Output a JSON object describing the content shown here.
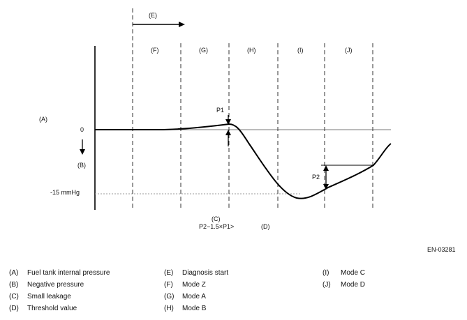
{
  "diagram": {
    "labels": {
      "A": "(A)",
      "B": "(B)",
      "C": "(C)",
      "D": "(D)",
      "E": "(E)",
      "zero": "0",
      "minus15": "-15 mmHg",
      "p1": "P1",
      "p2": "P2",
      "formula": "P2−1.5×P1>",
      "code": "EN-03281"
    },
    "segments": [
      "(F)",
      "(G)",
      "(H)",
      "(I)",
      "(J)"
    ]
  },
  "legend": {
    "col1": [
      {
        "key": "(A)",
        "text": "Fuel tank internal pressure"
      },
      {
        "key": "(B)",
        "text": "Negative pressure"
      },
      {
        "key": "(C)",
        "text": "Small leakage"
      },
      {
        "key": "(D)",
        "text": "Threshold value"
      }
    ],
    "col2": [
      {
        "key": "(E)",
        "text": "Diagnosis start"
      },
      {
        "key": "(F)",
        "text": "Mode Z"
      },
      {
        "key": "(G)",
        "text": "Mode A"
      },
      {
        "key": "(H)",
        "text": "Mode B"
      }
    ],
    "col3": [
      {
        "key": "(I)",
        "text": "Mode C"
      },
      {
        "key": "(J)",
        "text": "Mode D"
      }
    ]
  }
}
